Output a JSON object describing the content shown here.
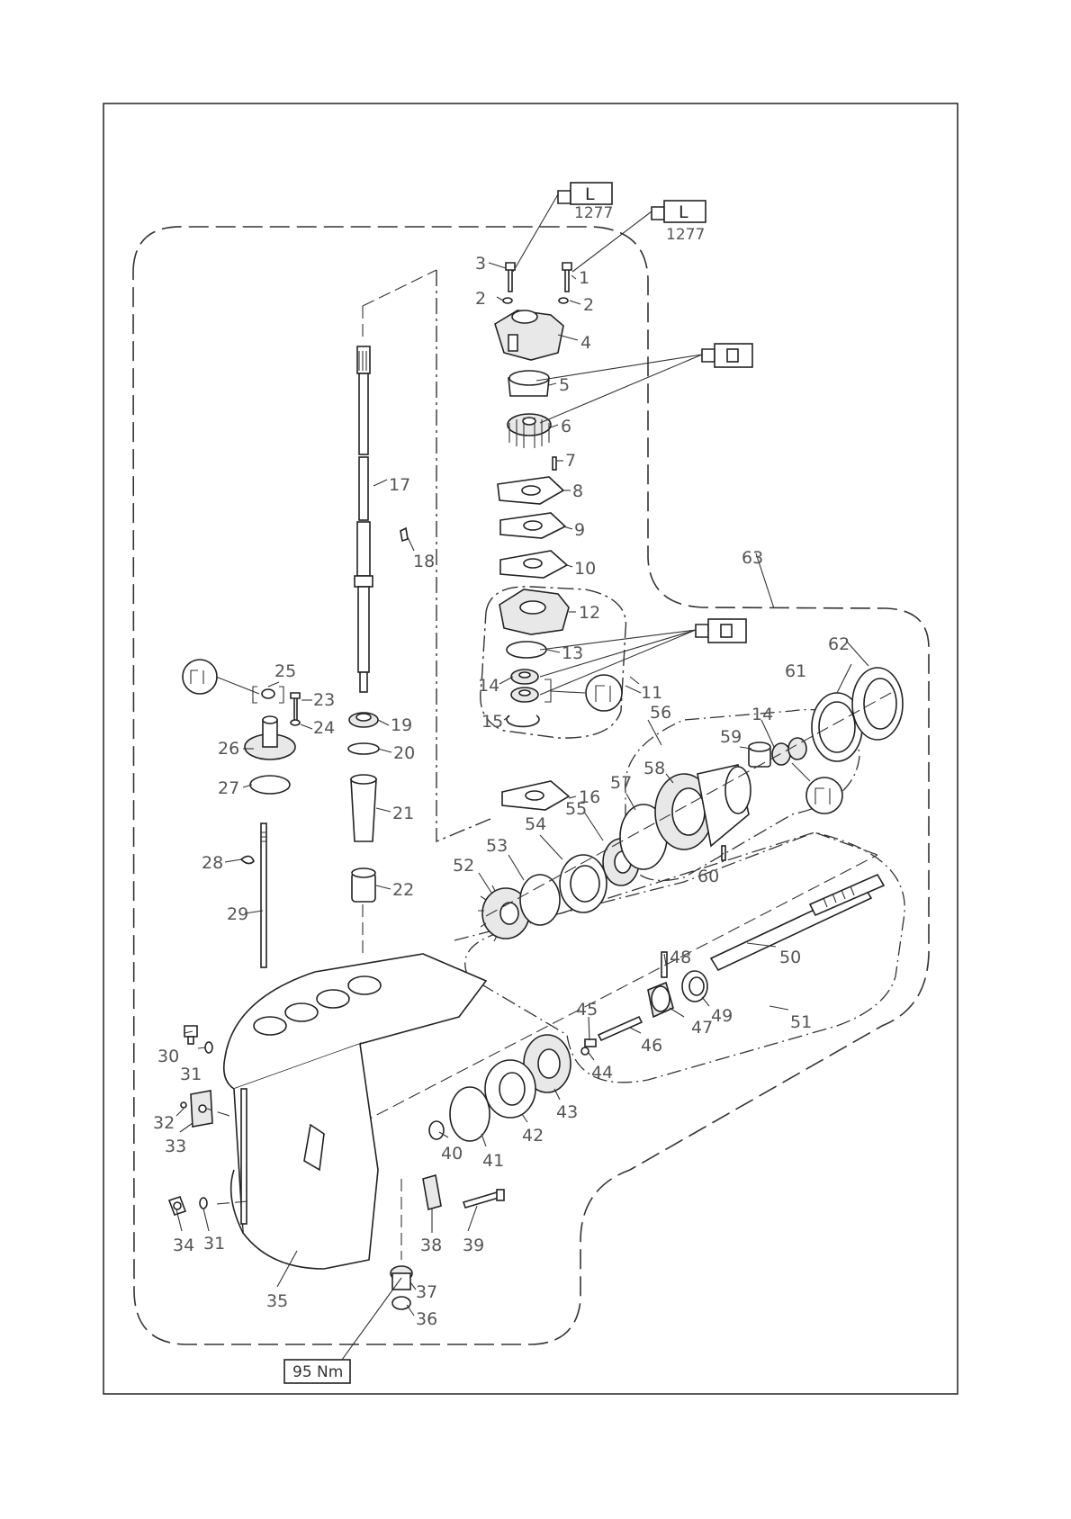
{
  "symbols": {
    "lube_letter": "L",
    "lube_code": "1277",
    "torque": "95 Nm"
  },
  "parts": {
    "p1": "1",
    "p2a": "2",
    "p2b": "2",
    "p3": "3",
    "p4": "4",
    "p5": "5",
    "p6": "6",
    "p7": "7",
    "p8": "8",
    "p9": "9",
    "p10": "10",
    "p11": "11",
    "p12": "12",
    "p13": "13",
    "p14a": "14",
    "p14b": "14",
    "p15": "15",
    "p16": "16",
    "p17": "17",
    "p18": "18",
    "p19": "19",
    "p20": "20",
    "p21": "21",
    "p22": "22",
    "p23": "23",
    "p24": "24",
    "p25": "25",
    "p26": "26",
    "p27": "27",
    "p28": "28",
    "p29": "29",
    "p30": "30",
    "p31a": "31",
    "p31b": "31",
    "p32": "32",
    "p33": "33",
    "p34": "34",
    "p35": "35",
    "p36": "36",
    "p37": "37",
    "p38": "38",
    "p39": "39",
    "p40": "40",
    "p41": "41",
    "p42": "42",
    "p43": "43",
    "p44": "44",
    "p45": "45",
    "p46": "46",
    "p47": "47",
    "p48": "48",
    "p49": "49",
    "p50": "50",
    "p51": "51",
    "p52": "52",
    "p53": "53",
    "p54": "54",
    "p55": "55",
    "p56": "56",
    "p57": "57",
    "p58": "58",
    "p59": "59",
    "p60": "60",
    "p61": "61",
    "p62": "62",
    "p63": "63"
  }
}
